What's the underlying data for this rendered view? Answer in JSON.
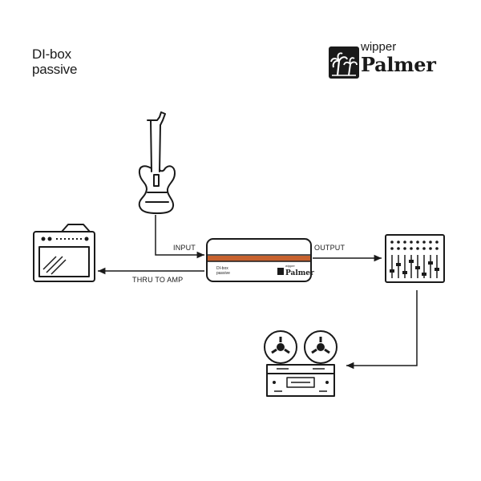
{
  "title": {
    "line1": "DI-box",
    "line2": "passive"
  },
  "brand": {
    "top": "wipper",
    "main": "Palmer"
  },
  "labels": {
    "input": "INPUT",
    "output": "OUTPUT",
    "thru": "THRU TO AMP"
  },
  "device": {
    "text1": "DI-box",
    "text2": "passive",
    "brand_top": "wipper",
    "brand_main": "Palmer",
    "stripe_color": "#c8622e"
  },
  "colors": {
    "line": "#1a1a1a",
    "accent": "#c8622e"
  }
}
